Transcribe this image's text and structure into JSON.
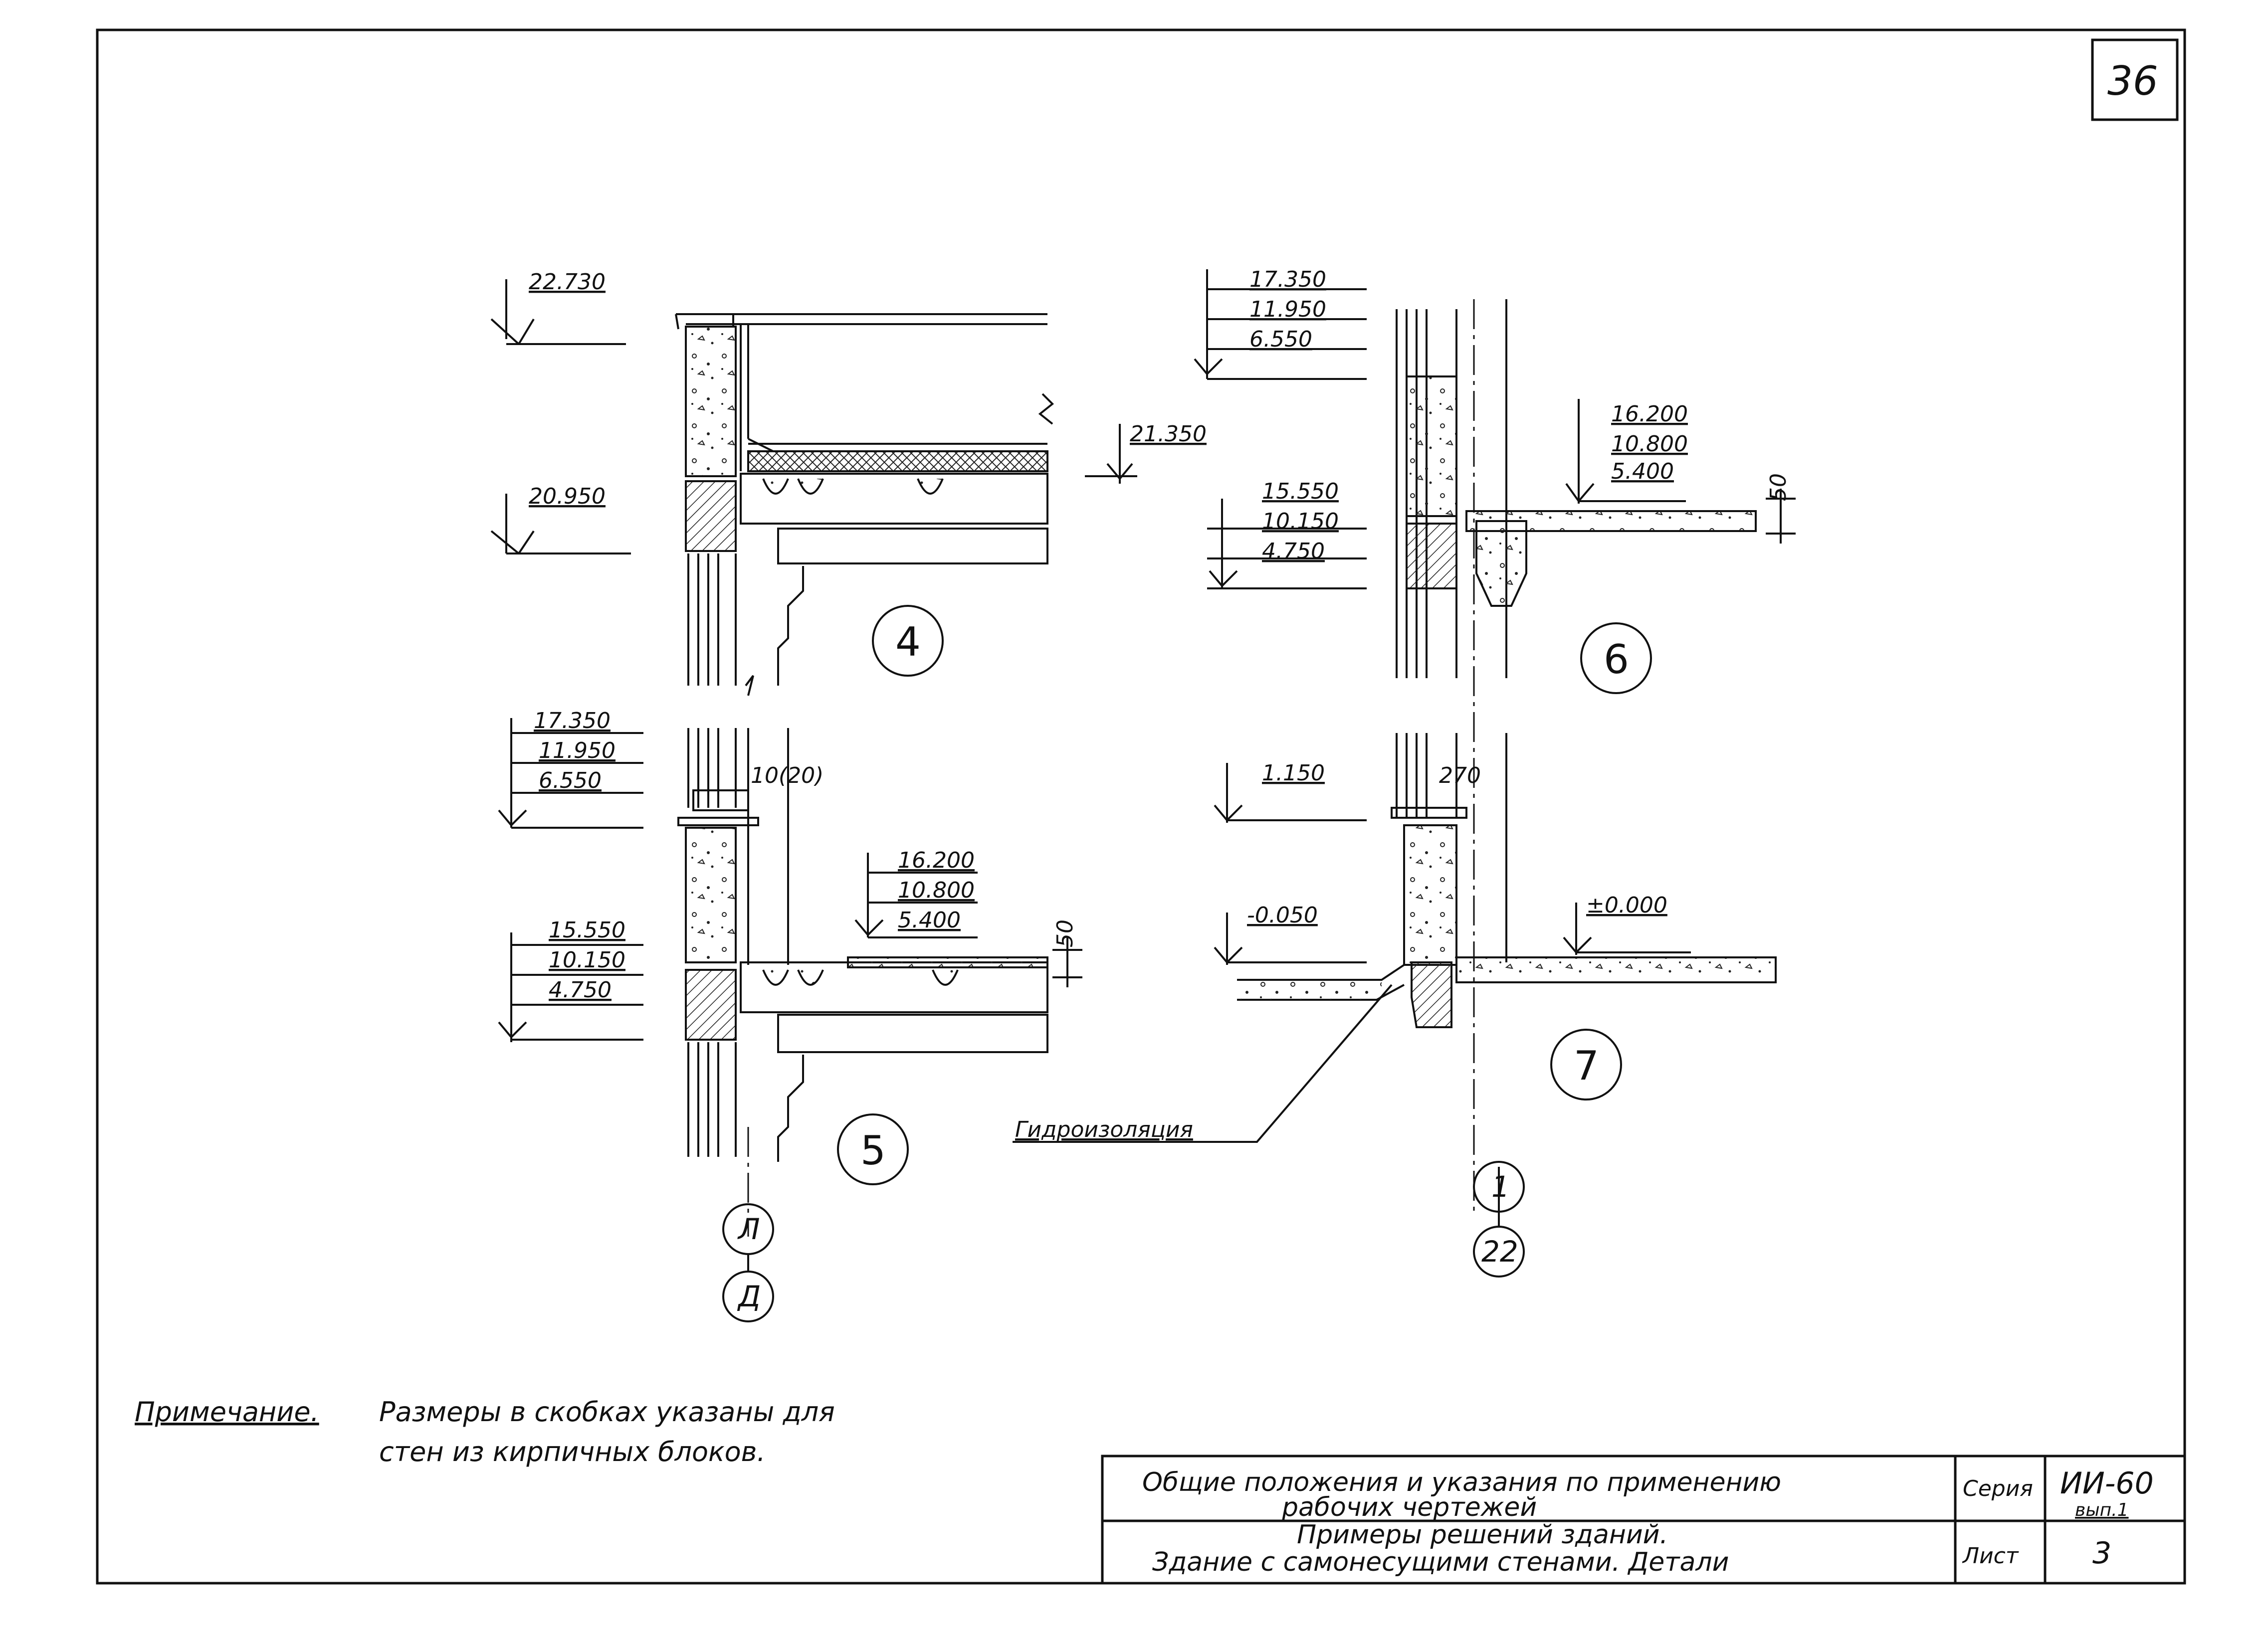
{
  "sheet_number": "36",
  "details": {
    "d4": {
      "label": "4",
      "levels": [
        "22.730",
        "20.950",
        "21.350"
      ]
    },
    "d5": {
      "label": "5",
      "levels_top": [
        "17.350",
        "11.950",
        "6.550"
      ],
      "levels_bottom": [
        "15.550",
        "10.150",
        "4.750"
      ],
      "levels_slab": [
        "16.200",
        "10.800",
        "5.400"
      ],
      "dim_joint": "10(20)",
      "dim_slab": "50"
    },
    "d6": {
      "label": "6",
      "levels_top": [
        "17.350",
        "11.950",
        "6.550"
      ],
      "levels_slab": [
        "16.200",
        "10.800",
        "5.400"
      ],
      "levels_bottom": [
        "15.550",
        "10.150",
        "4.750"
      ],
      "dim_slab": "50"
    },
    "d7": {
      "label": "7",
      "levels": [
        "1.150",
        "-0.050",
        "±0.000"
      ],
      "dim_joint": "270",
      "waterproofing": "Гидроизоляция"
    }
  },
  "axes": {
    "left": [
      "Л",
      "Д"
    ],
    "right": [
      "1",
      "22"
    ]
  },
  "note": {
    "heading": "Примечание.",
    "line1": "Размеры в скобках указаны для",
    "line2": "стен из кирпичных блоков."
  },
  "title_block": {
    "title_line1": "Общие положения и указания по применению",
    "title_line2": "рабочих чертежей",
    "subtitle_line1": "Примеры решений зданий.",
    "subtitle_line2": "Здание с самонесущими стенами. Детали",
    "series_label": "Серия",
    "series_value": "ИИ-60",
    "series_issue": "вып.1",
    "sheet_label": "Лист",
    "sheet_value": "3"
  }
}
